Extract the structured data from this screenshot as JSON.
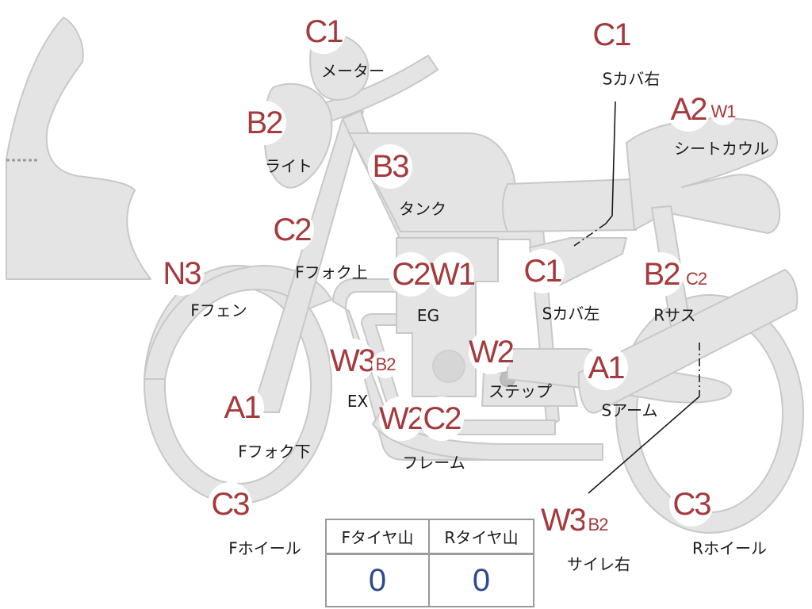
{
  "colors": {
    "part_fill": "#e4e4e4",
    "part_stroke": "#c8c8c8",
    "badge_text": "#a53a3c",
    "value_text": "#2d4a8a"
  },
  "parts": [
    {
      "id": "meter",
      "label": "メーター",
      "badges": [
        {
          "text": "C1"
        }
      ]
    },
    {
      "id": "side-cover-r",
      "label": "Sカバ右",
      "badges": [
        {
          "text": "C1"
        }
      ]
    },
    {
      "id": "light",
      "label": "ライト",
      "badges": [
        {
          "text": "B2"
        }
      ]
    },
    {
      "id": "seat-cowl",
      "label": "シートカウル",
      "badges": [
        {
          "text": "A2"
        },
        {
          "text": "W1"
        }
      ]
    },
    {
      "id": "tank",
      "label": "タンク",
      "badges": [
        {
          "text": "B3"
        }
      ]
    },
    {
      "id": "fork-upper",
      "label": "Fフォク上",
      "badges": [
        {
          "text": "C2"
        }
      ]
    },
    {
      "id": "front-fender",
      "label": "Fフェン",
      "badges": [
        {
          "text": "N3"
        }
      ]
    },
    {
      "id": "engine",
      "label": "EG",
      "badges": [
        {
          "text": "C2"
        },
        {
          "text": "W1"
        }
      ]
    },
    {
      "id": "side-cover-l",
      "label": "Sカバ左",
      "badges": [
        {
          "text": "C1"
        }
      ]
    },
    {
      "id": "rear-susp",
      "label": "Rサス",
      "badges": [
        {
          "text": "B2"
        },
        {
          "text": "C2"
        }
      ]
    },
    {
      "id": "exhaust",
      "label": "EX",
      "badges": [
        {
          "text": "W3"
        },
        {
          "text": "B2"
        }
      ]
    },
    {
      "id": "step",
      "label": "ステップ",
      "badges": [
        {
          "text": "W2"
        }
      ]
    },
    {
      "id": "swing-arm",
      "label": "Sアーム",
      "badges": [
        {
          "text": "A1"
        }
      ]
    },
    {
      "id": "fork-lower",
      "label": "Fフォク下",
      "badges": [
        {
          "text": "A1"
        }
      ]
    },
    {
      "id": "frame",
      "label": "フレーム",
      "badges": [
        {
          "text": "W2"
        },
        {
          "text": "C2"
        }
      ]
    },
    {
      "id": "front-wheel",
      "label": "Fホイール",
      "badges": [
        {
          "text": "C3"
        }
      ]
    },
    {
      "id": "muffler-r",
      "label": "サイレ右",
      "badges": [
        {
          "text": "W3"
        },
        {
          "text": "B2"
        }
      ]
    },
    {
      "id": "rear-wheel",
      "label": "Rホイール",
      "badges": [
        {
          "text": "C3"
        }
      ]
    }
  ],
  "tire_table": {
    "headers": [
      "Fタイヤ山",
      "Rタイヤ山"
    ],
    "values": [
      "0",
      "0"
    ]
  }
}
